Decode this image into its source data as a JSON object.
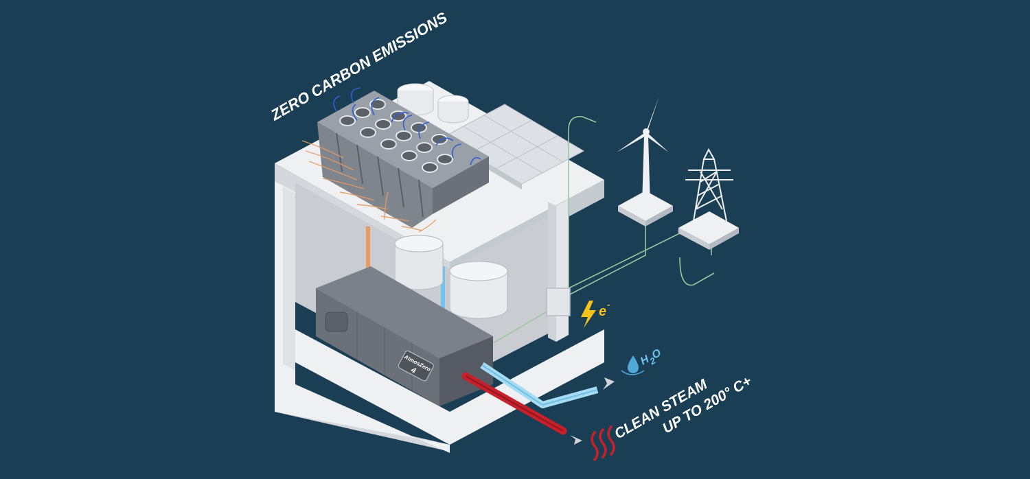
{
  "labels": {
    "zero_carbon": "ZERO CARBON EMISSIONS",
    "electric_symbol": "e",
    "electric_superscript": "-",
    "water_symbol": "H",
    "water_subscript": "2",
    "water_symbol_end": "O",
    "steam_line1": "CLEAN STEAM",
    "steam_line2": "UP TO 200° C+",
    "brand_line1": "AtmosZero",
    "brand_line2": "4"
  },
  "colors": {
    "background": "#1a3f54",
    "structure": "#eef0f2",
    "structure_shade": "#d4d8dc",
    "unit_body": "#6c7179",
    "hot_pipe": "#c8202b",
    "cold_pipe": "#9ed6ee",
    "warm_pipe": "#e89b5f",
    "bolt": "#f6c21c",
    "water_drop": "#4fa8d8",
    "wire": "#9cc79e",
    "steam": "#c8202b"
  },
  "icons": [
    "lightning-bolt-icon",
    "water-drop-icon",
    "heat-wave-icon",
    "wind-turbine-icon",
    "power-pylon-icon",
    "solar-panel-icon"
  ]
}
